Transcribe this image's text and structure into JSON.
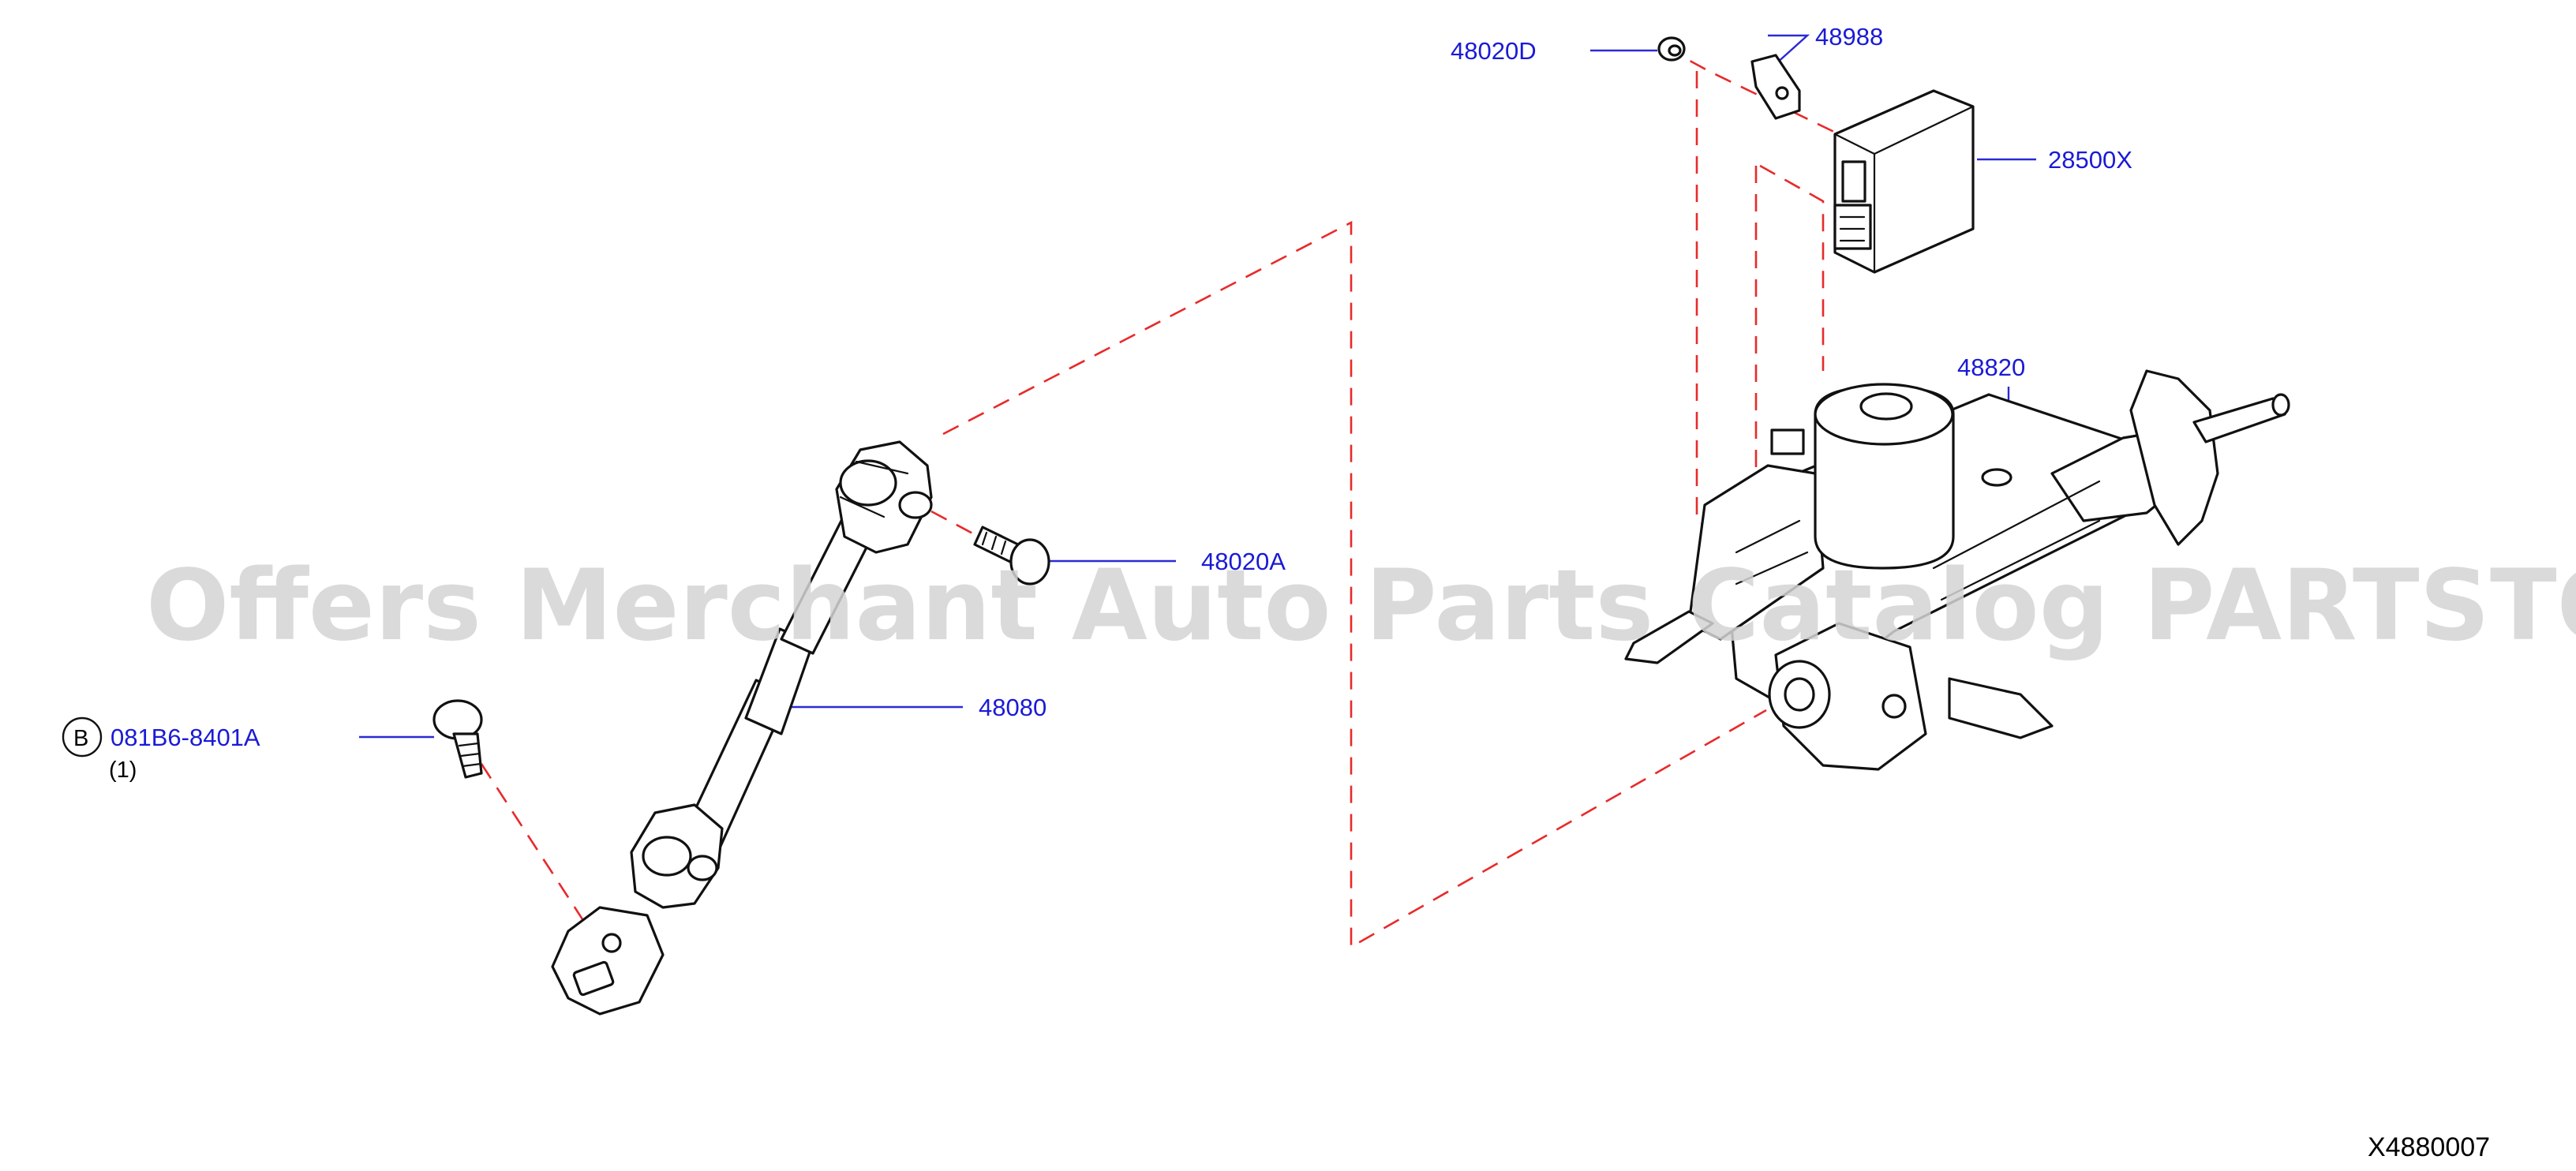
{
  "labels": {
    "p48020D": "48020D",
    "p48988": "48988",
    "p28500X": "28500X",
    "p48820": "48820",
    "p48020A": "48020A",
    "p48080": "48080",
    "p081B6": "081B6-8401A",
    "p081B6_qty": "(1)",
    "circle_b": "B"
  },
  "watermark": "Offers Merchant Auto Parts Catalog PARTSTORE.SA",
  "diagram_code": "X4880007",
  "colors": {
    "label_blue": "#1a1ad6",
    "dash_red": "#e82a2a",
    "ink": "#111111",
    "watermark_gray": "#d4d4d4"
  }
}
